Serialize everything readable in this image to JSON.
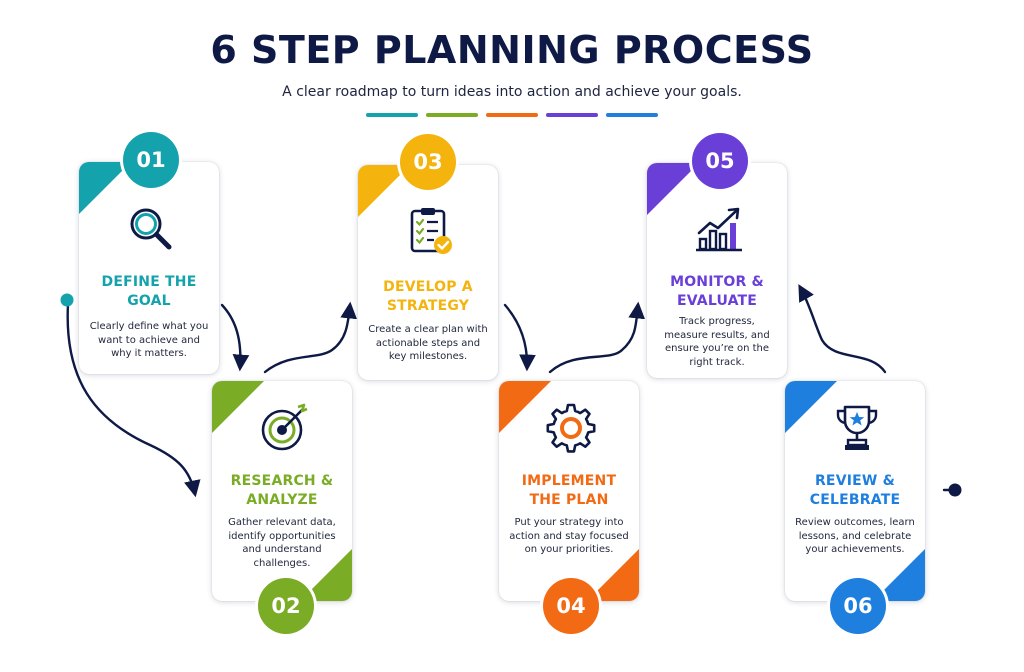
{
  "header": {
    "title": "6 STEP PLANNING PROCESS",
    "subtitle": "A clear roadmap to turn ideas into action and achieve your goals."
  },
  "colors": {
    "navy": "#0e1a45",
    "teal": "#14a3ad",
    "green": "#7aac25",
    "yellow": "#f5b40d",
    "orange": "#f26a13",
    "purple": "#6a3fd8",
    "blue": "#1f7fde"
  },
  "steps": [
    {
      "number": "01",
      "name": "DEFINE THE\nGOAL",
      "desc": "Clearly define what you want to achieve and why it matters.",
      "color": "#14a3ad",
      "icon": "magnifying-glass-icon"
    },
    {
      "number": "02",
      "name": "RESEARCH &\nANALYZE",
      "desc": "Gather relevant data, identify opportunities and understand challenges.",
      "color": "#7aac25",
      "icon": "target-arrow-icon"
    },
    {
      "number": "03",
      "name": "DEVELOP A\nSTRATEGY",
      "desc": "Create a clear plan with actionable steps and key milestones.",
      "color": "#f5b40d",
      "icon": "clipboard-checklist-icon"
    },
    {
      "number": "04",
      "name": "IMPLEMENT\nTHE PLAN",
      "desc": "Put your strategy into action and stay focused on your priorities.",
      "color": "#f26a13",
      "icon": "gear-icon"
    },
    {
      "number": "05",
      "name": "MONITOR &\nEVALUATE",
      "desc": "Track progress, measure results, and ensure you’re on the right track.",
      "color": "#6a3fd8",
      "icon": "bar-chart-growth-icon"
    },
    {
      "number": "06",
      "name": "REVIEW &\nCELEBRATE",
      "desc": "Review outcomes, learn lessons, and celebrate your achievements.",
      "color": "#1f7fde",
      "icon": "trophy-star-icon"
    }
  ]
}
